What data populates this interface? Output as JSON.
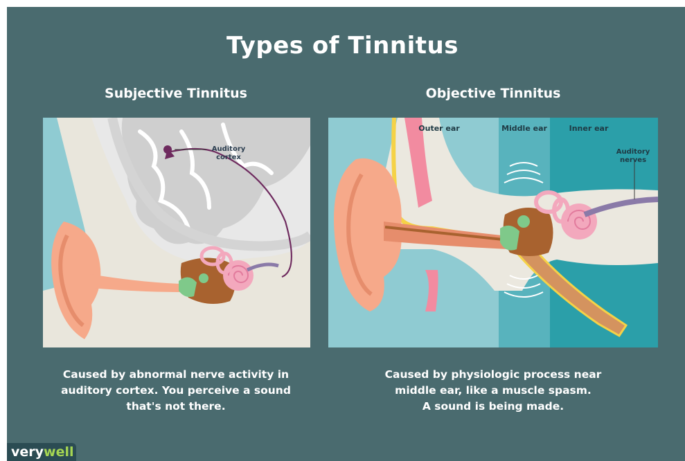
{
  "title": "Types of Tinnitus",
  "subjective": {
    "heading": "Subjective Tinnitus",
    "label_line1": "Auditory",
    "label_line2": "cortex",
    "caption_lines": [
      "Caused by abnormal nerve activity in",
      "auditory cortex. You perceive a sound",
      "that's not there."
    ]
  },
  "objective": {
    "heading": "Objective Tinnitus",
    "zone_outer": "Outer ear",
    "zone_middle": "Middle ear",
    "zone_inner": "Inner ear",
    "nerves_line1": "Auditory",
    "nerves_line2": "nerves",
    "caption_lines": [
      "Caused by physiologic process near",
      "middle ear, like a muscle spasm.",
      "A sound is being made."
    ]
  },
  "brand": {
    "part1": "very",
    "part2": "well"
  },
  "colors": {
    "background": "#4a6b6f",
    "skin": "#f6a98a",
    "bone": "#ebe8df",
    "brain": "#c9c9c9",
    "nerve": "#6e2a5e",
    "cochlea": "#f3a8bd",
    "middle_ear": "#a8622f",
    "ossicles": "#7fc98a"
  }
}
